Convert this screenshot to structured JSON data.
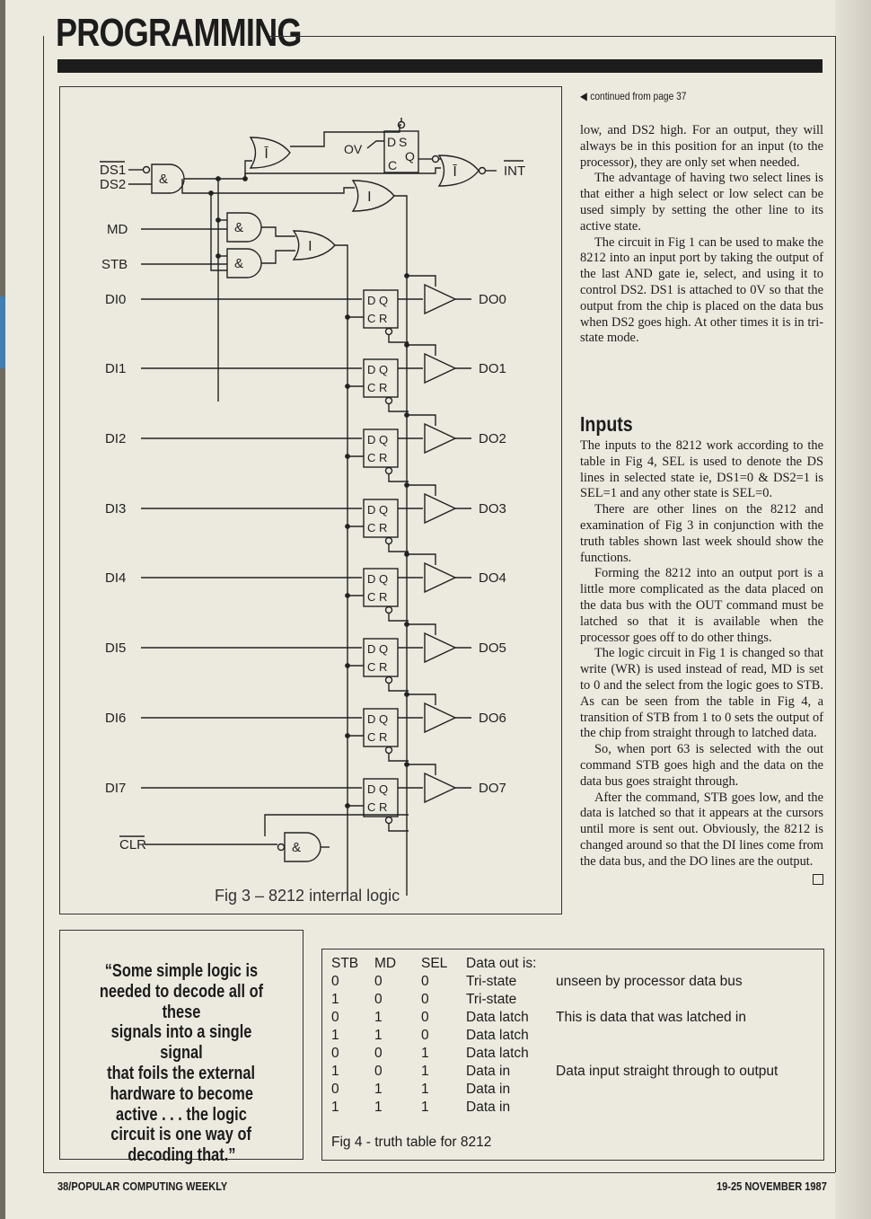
{
  "page": {
    "section_title": "PROGRAMMING",
    "footer_left": "38/POPULAR COMPUTING WEEKLY",
    "footer_right": "19-25 NOVEMBER 1987"
  },
  "figure3": {
    "caption": "Fig 3 – 8212 internal logic",
    "inputs": [
      "DS1",
      "DS2",
      "MD",
      "STB",
      "DI0",
      "DI1",
      "DI2",
      "DI3",
      "DI4",
      "DI5",
      "DI6",
      "DI7",
      "CLR"
    ],
    "outputs": [
      "INT",
      "DO0",
      "DO1",
      "DO2",
      "DO3",
      "DO4",
      "DO5",
      "DO6",
      "DO7"
    ],
    "gate_and": "&",
    "gate_or": "I",
    "gate_inv": "Ī",
    "latch_top": "D Q",
    "latch_bottom": "C R",
    "flipflop_label": "OV",
    "flipflop_d": "D",
    "flipflop_s": "S",
    "flipflop_c": "C",
    "flipflop_q": "Q"
  },
  "article": {
    "continued": "continued from page 37",
    "para1": "low, and DS2 high. For an output, they will always be in this position for an input (to the processor), they are only set when needed.",
    "para2": "The advantage of having two select lines is that either a high select or low select can be used simply by setting the other line to its active state.",
    "para3": "The circuit in Fig 1 can be used to make the 8212 into an input port by taking the output of the last AND gate ie, select, and using it to control DS2. DS1 is attached to 0V so that the output from the chip is placed on the data bus when DS2 goes high. At other times it is in tri-state mode.",
    "heading_inputs": "Inputs",
    "para4": "The inputs to the 8212 work according to the table in Fig 4, SEL is used to denote the DS lines in selected state ie, DS1=0 & DS2=1 is SEL=1 and any other state is SEL=0.",
    "para5": "There are other lines on the 8212 and examination of Fig 3 in conjunction with the truth tables shown last week should show the functions.",
    "para6": "Forming the 8212 into an output port is a little more complicated as the data placed on the data bus with the OUT command must be latched so that it is available when the processor goes off to do other things.",
    "para7": "The logic circuit in Fig 1 is changed so that write (WR) is used instead of read, MD is set to 0 and the select from the logic goes to STB. As can be seen from the table in Fig 4, a transition of STB from 1 to 0 sets the output of the chip from straight through to latched data.",
    "para8": "So, when port 63 is selected with the out command STB goes high and the data on the data bus goes straight through.",
    "para9": "After the command, STB goes low, and the data is latched so that it appears at the cursors until more is sent out. Obviously, the 8212 is changed around so that the DI lines come from the data bus, and the DO lines are the output."
  },
  "pull_quote": {
    "text": "“Some simple logic is needed to decode all of these signals into a single signal that foils the external hardware to become active . . . the logic circuit is one way of decoding that.”",
    "lines": [
      "“Some simple logic is",
      "needed to decode all of these",
      "signals into a single signal",
      "that foils the external",
      "hardware to become",
      "active . . . the logic",
      "circuit is one way of",
      "decoding that.”"
    ]
  },
  "truth_table": {
    "caption": "Fig 4 - truth table for 8212",
    "headers": [
      "STB",
      "MD",
      "SEL",
      "Data out is:"
    ],
    "rows": [
      [
        "0",
        "0",
        "0",
        "Tri-state",
        "unseen by processor data bus"
      ],
      [
        "1",
        "0",
        "0",
        "Tri-state",
        ""
      ],
      [
        "0",
        "1",
        "0",
        "Data latch",
        "This is data that was latched in"
      ],
      [
        "1",
        "1",
        "0",
        "Data latch",
        ""
      ],
      [
        "0",
        "0",
        "1",
        "Data latch",
        ""
      ],
      [
        "1",
        "0",
        "1",
        "Data in",
        "Data input straight through to output"
      ],
      [
        "0",
        "1",
        "1",
        "Data in",
        ""
      ],
      [
        "1",
        "1",
        "1",
        "Data in",
        ""
      ]
    ]
  }
}
